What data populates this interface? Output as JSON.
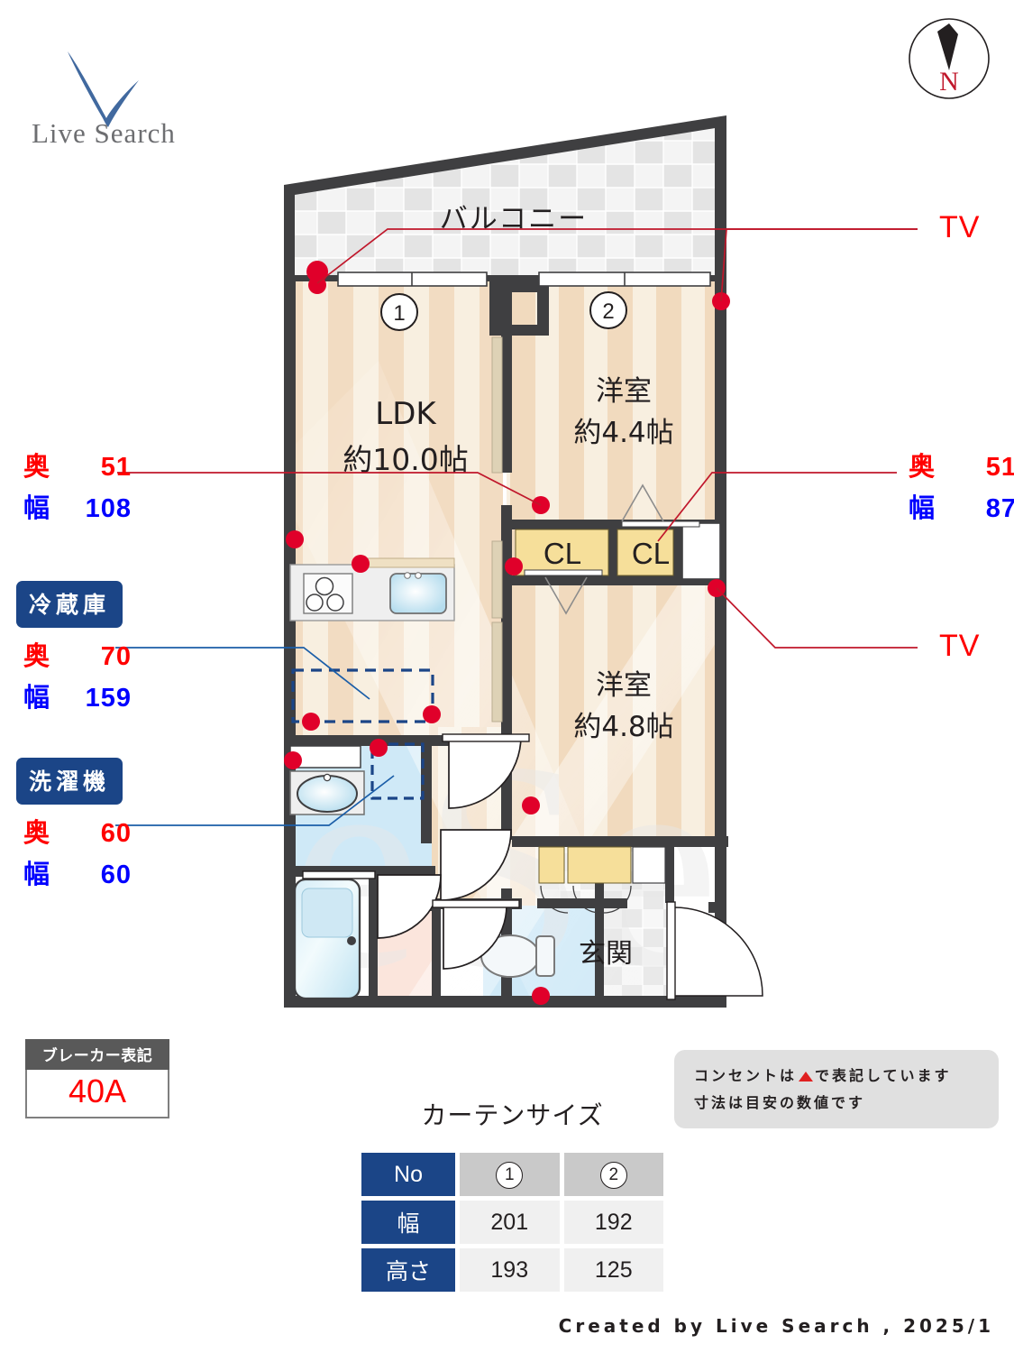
{
  "brand": {
    "name": "Live Search",
    "logo_icon": "checkmark-v-logo"
  },
  "compass": {
    "label": "N",
    "icon": "compass-north-icon"
  },
  "floorplan": {
    "rooms": [
      {
        "id": "balcony",
        "name": "バルコニー",
        "area": ""
      },
      {
        "id": "ldk",
        "name": "LDK",
        "area": "約10.0帖"
      },
      {
        "id": "washitsu1",
        "name": "洋室",
        "area": "約4.4帖"
      },
      {
        "id": "washitsu2",
        "name": "洋室",
        "area": "約4.8帖"
      },
      {
        "id": "entrance",
        "name": "玄関",
        "area": ""
      }
    ],
    "closets": [
      {
        "id": "cl1",
        "label": "CL"
      },
      {
        "id": "cl2",
        "label": "CL"
      }
    ],
    "window_markers": [
      {
        "id": "win1",
        "label": "1"
      },
      {
        "id": "win2",
        "label": "2"
      }
    ]
  },
  "left_labels": [
    {
      "id": "curtain-rail-1",
      "badge": null,
      "oku_key": "奥",
      "oku_val": "51",
      "haba_key": "幅",
      "haba_val": "108"
    },
    {
      "id": "refrigerator",
      "badge": "冷蔵庫",
      "oku_key": "奥",
      "oku_val": "70",
      "haba_key": "幅",
      "haba_val": "159"
    },
    {
      "id": "washing-machine",
      "badge": "洗濯機",
      "oku_key": "奥",
      "oku_val": "60",
      "haba_key": "幅",
      "haba_val": "60"
    }
  ],
  "right_labels": [
    {
      "id": "tv-top",
      "type": "tv",
      "text": "TV"
    },
    {
      "id": "closet-dim",
      "type": "dim",
      "oku_key": "奥",
      "oku_val": "51",
      "haba_key": "幅",
      "haba_val": "87"
    },
    {
      "id": "tv-bottom",
      "type": "tv",
      "text": "TV"
    }
  ],
  "breaker": {
    "title": "ブレーカー表記",
    "value": "40A"
  },
  "note": {
    "line1_pre": "コンセントは",
    "line1_post": "で表記しています",
    "line2": "寸法は目安の数値です",
    "marker_icon": "outlet-triangle-icon"
  },
  "curtain": {
    "title": "カーテンサイズ",
    "row_headers": [
      "No",
      "幅",
      "高さ"
    ],
    "columns": [
      "1",
      "2"
    ],
    "widths": [
      "201",
      "192"
    ],
    "heights": [
      "193",
      "125"
    ]
  },
  "footer": {
    "text": "Created by Live Search , 2025/1"
  },
  "colors": {
    "wall": "#3f3f41",
    "floor_light": "#f8efe0",
    "floor_dark": "#f2dcc2",
    "closet_yellow": "#f6df9a",
    "water_blue": "#c8e8f5",
    "tile_gray": "#efefef",
    "accent_red": "#e0002a",
    "accent_blue": "#1b4587"
  }
}
